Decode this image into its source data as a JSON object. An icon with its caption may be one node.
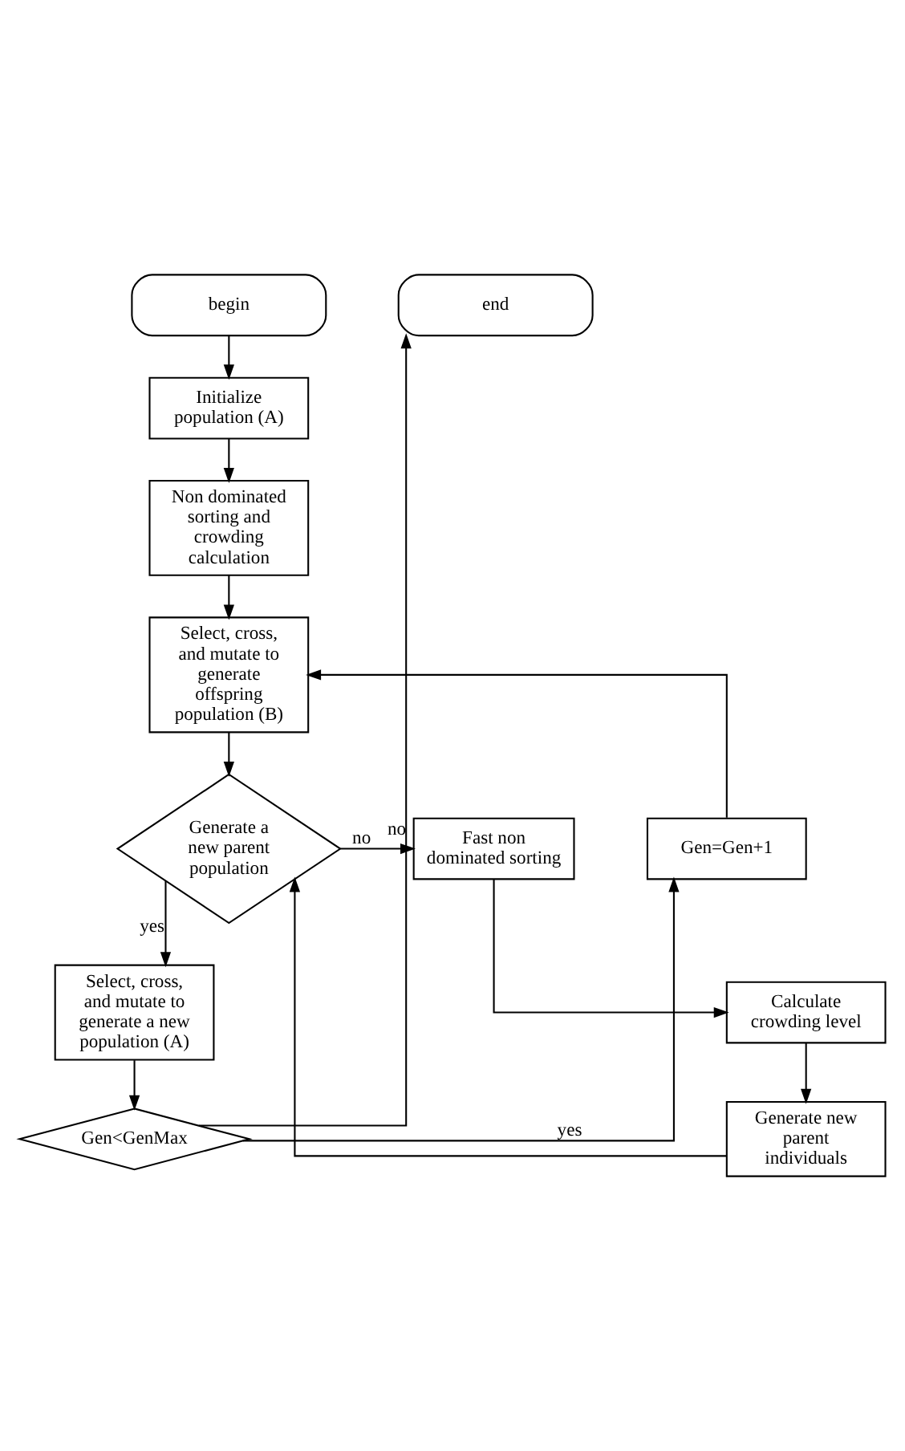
{
  "diagram": {
    "nodes": [
      {
        "text": [
          "begin"
        ]
      },
      {
        "text": [
          "Initialize population (A)"
        ]
      },
      {
        "text": [
          "Non dominated sorting and crowding calculation"
        ]
      },
      {
        "text": [
          "Select, cross, and mutate to generate offspring population (B)"
        ]
      },
      {
        "text": [
          "Generate a new parent population"
        ]
      },
      {
        "text": [
          "Gen=Gen+1"
        ]
      },
      {
        "text": [
          "Fast non dominated sorting"
        ]
      },
      {
        "text": [
          "Select, cross, and mutate to generate a new population (A)"
        ]
      },
      {
        "text": [
          "Calculate crowding level"
        ]
      },
      {
        "text": [
          "Generate new parent individuals"
        ]
      },
      {
        "text": [
          "Gen<GenMax"
        ]
      },
      {
        "text": [
          "end"
        ]
      }
    ],
    "edges": [
      {
        "from": 0,
        "to": 1,
        "arrow": "to"
      },
      {
        "from": 1,
        "to": 2,
        "arrow": "to"
      },
      {
        "from": 2,
        "to": 3,
        "arrow": "to"
      },
      {
        "from": 3,
        "to": 4,
        "arrow": "to"
      },
      {
        "from": 4,
        "to": 6,
        "arrow": "to",
        "label": "no"
      },
      {
        "from": 6,
        "to": 8,
        "arrow": "to"
      },
      {
        "from": 8,
        "to": 9,
        "arrow": "to"
      },
      {
        "from": 9,
        "to": 4,
        "arrow": "to"
      },
      {
        "from": 4,
        "to": 7,
        "arrow": "to",
        "label": "yes"
      },
      {
        "from": 7,
        "to": 10,
        "arrow": "to"
      },
      {
        "from": 10,
        "to": 5,
        "arrow": "to",
        "label": "yes"
      },
      {
        "from": 5,
        "to": 3,
        "arrow": "to"
      },
      {
        "from": 10,
        "to": 11,
        "arrow": "to",
        "label": "no"
      }
    ]
  }
}
